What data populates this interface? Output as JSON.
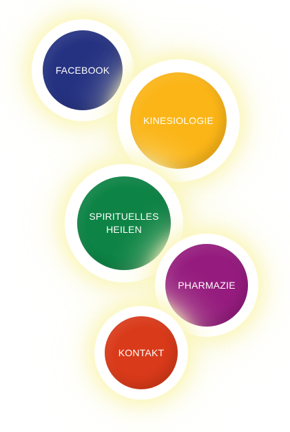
{
  "nav": {
    "items": [
      {
        "label": "FACEBOOK",
        "color": "#253282"
      },
      {
        "label": "KINESIOLOGIE",
        "color": "#fbb517"
      },
      {
        "label": "SPIRITUELLES\nHEILEN",
        "color": "#0d8345"
      },
      {
        "label": "PHARMAZIE",
        "color": "#951c7e"
      },
      {
        "label": "KONTAKT",
        "color": "#d93a19"
      }
    ]
  }
}
